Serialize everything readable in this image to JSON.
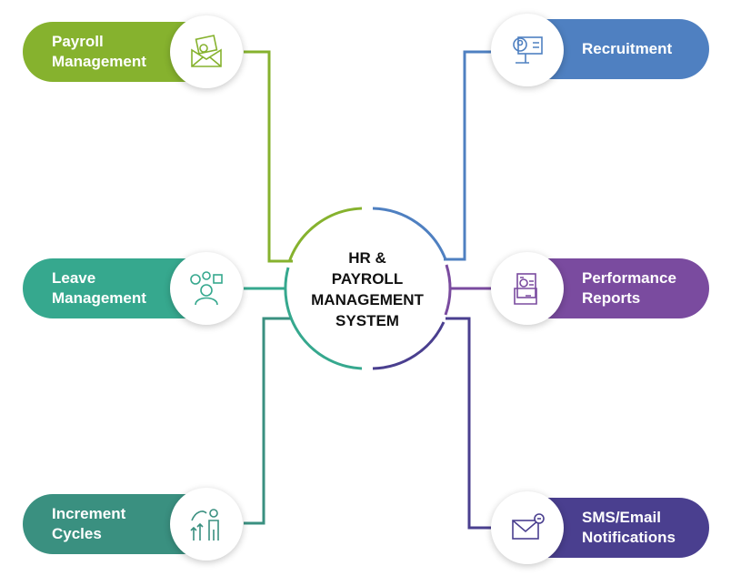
{
  "center": {
    "lines": [
      "HR &",
      "PAYROLL",
      "MANAGEMENT",
      "SYSTEM"
    ]
  },
  "nodes": {
    "payroll": {
      "lines": [
        "Payroll",
        "Management"
      ],
      "icon": "money-envelope-icon",
      "color": "#86b22e"
    },
    "leave": {
      "lines": [
        "Leave",
        "Management"
      ],
      "icon": "employee-time-icon",
      "color": "#36a88e"
    },
    "increment": {
      "lines": [
        "Increment",
        "Cycles"
      ],
      "icon": "growth-person-icon",
      "color": "#3a9080"
    },
    "recruitment": {
      "lines": [
        "Recruitment"
      ],
      "icon": "candidate-monitor-icon",
      "color": "#4f80c1"
    },
    "performance": {
      "lines": [
        "Performance",
        "Reports"
      ],
      "icon": "report-folder-icon",
      "color": "#7a4b9f"
    },
    "sms": {
      "lines": [
        "SMS/Email",
        "Notifications"
      ],
      "icon": "mail-notification-icon",
      "color": "#4a3f8f"
    }
  }
}
